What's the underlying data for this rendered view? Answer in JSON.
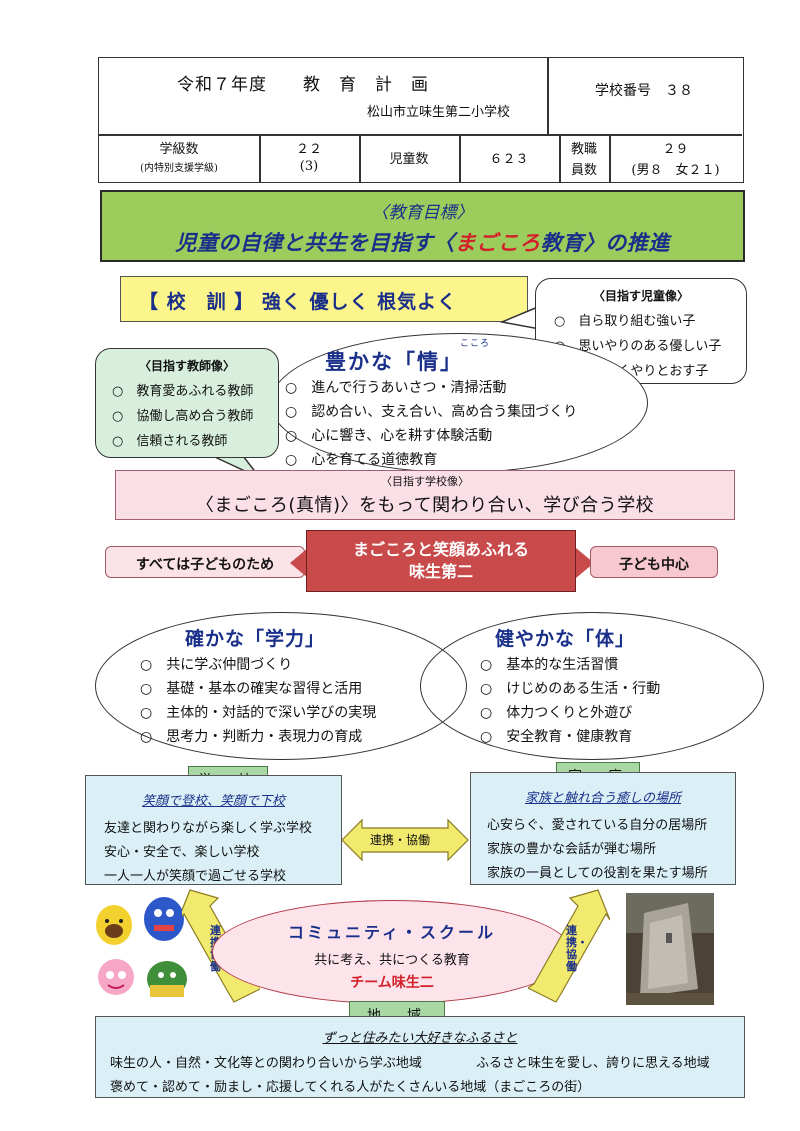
{
  "header": {
    "title": "令和７年度　　教　育　計　画",
    "school_name": "松山市立味生第二小学校",
    "school_no": "学校番号　３８",
    "classes_label": "学級数",
    "classes_sub": "(内特別支援学級)",
    "classes_value": "２２",
    "classes_sub_value": "(3)",
    "students_label": "児童数",
    "students_value": "６２３",
    "staff_label_1": "教職",
    "staff_label_2": "員数",
    "staff_value": "２９",
    "staff_sub": "(男８　女２１)"
  },
  "goal": {
    "label": "〈教育目標〉",
    "text_before": "児童の自律と共生を目指す〈",
    "text_highlight": "まごころ",
    "text_after": "教育〉の推進"
  },
  "motto": "【 校　訓 】 強く 優しく 根気よく",
  "child_image": {
    "title": "〈目指す児童像〉",
    "items": [
      "○　自ら取り組む強い子",
      "○　思いやりのある優しい子",
      "○　根気よくやりとおす子"
    ]
  },
  "teacher_image": {
    "title": "〈目指す教師像〉",
    "items": [
      "○　教育愛あふれる教師",
      "○　協働し高め合う教師",
      "○　信頼される教師"
    ]
  },
  "heart": {
    "title": "豊かな「情」",
    "ruby": "こころ",
    "items": [
      "○　進んで行うあいさつ・清掃活動",
      "○　認め合い、支え合い、高め合う集団づくり",
      "○　心に響き、心を耕す体験活動",
      "○　心を育てる道徳教育"
    ]
  },
  "ideal_school": {
    "title": "〈目指す学校像〉",
    "text": "〈まごころ(真情)〉をもって関わり合い、学び合う学校"
  },
  "center": {
    "line1": "まごころと笑顔あふれる",
    "line2": "味生第二",
    "left": "すべては子どものため",
    "right": "子ども中心"
  },
  "academic": {
    "title": "確かな「学力」",
    "items": [
      "○　共に学ぶ仲間づくり",
      "○　基礎・基本の確実な習得と活用",
      "○　主体的・対話的で深い学びの実現",
      "○　思考力・判断力・表現力の育成"
    ]
  },
  "health": {
    "title": "健やかな「体」",
    "items": [
      "○　基本的な生活習慣",
      "○　けじめのある生活・行動",
      "○　体力つくりと外遊び",
      "○　安全教育・健康教育"
    ]
  },
  "school": {
    "tab": "学　校",
    "head": "笑顔で登校、笑顔で下校",
    "items": [
      "友達と関わりながら楽しく学ぶ学校",
      "安心・安全で、楽しい学校",
      "一人一人が笑顔で過ごせる学校"
    ]
  },
  "home": {
    "tab": "家　庭",
    "head": "家族と触れ合う癒しの場所",
    "items": [
      "心安らぐ、愛されている自分の居場所",
      "家族の豊かな会話が弾む場所",
      "家族の一員としての役割を果たす場所"
    ]
  },
  "cooperation": "連携・協働",
  "community": {
    "title": "コミュニティ・スクール",
    "subtitle": "共に考え、共につくる教育",
    "team": "チーム味生二"
  },
  "region": {
    "tab": "地　域",
    "head": "ずっと住みたい大好きなふるさと",
    "row1_a": "味生の人・自然・文化等との関わり合いから学ぶ地域",
    "row1_b": "ふるさと味生を愛し、誇りに思える地域",
    "row2": "褒めて・認めて・励まし・応援してくれる人がたくさんいる地域（まごころの街）"
  },
  "colors": {
    "goal_bg": "#9ccd5c",
    "navy": "#1a2f8a",
    "accent_red": "#d3202a",
    "center_red": "#c94a4a",
    "box_blue": "#daf0f6",
    "arrow_yellow": "#f1ea6e"
  }
}
